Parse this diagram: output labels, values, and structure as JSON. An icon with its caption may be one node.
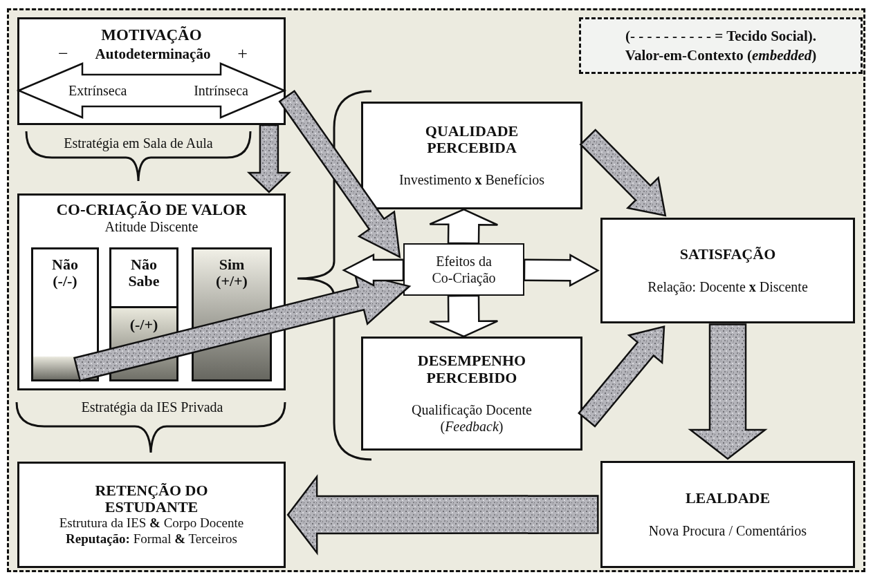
{
  "diagram": {
    "nodes": [
      {
        "text": [
          "MOTIVAÇÃO",
          "−",
          "Autodeterminação",
          "+"
        ],
        "beside": [
          "Estratégia em Sala de Aula"
        ]
      },
      {
        "text": [
          "Extrínseca",
          "Intrínseca"
        ],
        "in": 0
      },
      {
        "text": [
          "CO-CRIAÇÃO DE VALOR",
          "Atitude Discente"
        ],
        "beside": [
          "Estratégia da IES Privada"
        ]
      },
      {
        "text": [
          "Não",
          "(-/-)"
        ],
        "in": 2
      },
      {
        "text": [
          "Não Sabe",
          "(-/+)"
        ],
        "in": 2
      },
      {
        "text": [
          "Sim",
          "(+/+)"
        ],
        "in": 2
      },
      {
        "text": [
          "RETENÇÃO DO ESTUDANTE",
          "Estrutura da IES **&** Corpo Docente",
          "**Reputação:** Formal **&** Terceiros"
        ]
      },
      {
        "text": [
          "QUALIDADE PERCEBIDA",
          "Investimento **x** Benefícios"
        ]
      },
      {
        "text": [
          "Efeitos da Co-Criação"
        ]
      },
      {
        "text": [
          "DESEMPENHO PERCEBIDO",
          "Qualificação Docente (*Feedback*)"
        ]
      },
      {
        "text": [
          "SATISFAÇÃO",
          "Relação: Docente **x** Discente"
        ]
      },
      {
        "text": [
          "LEALDADE",
          "Nova Procura / Comentários"
        ]
      },
      {
        "text": [
          "(- - - - - - - - - - = Tecido Social).",
          "Valor-em-Contexto (*embedded*)"
        ]
      }
    ],
    "edges": [
      {
        "from": 0,
        "to": 2,
        "arrow": "to"
      },
      {
        "from": 1,
        "to": 8,
        "arrow": "to"
      },
      {
        "from": 3,
        "to": 8,
        "arrow": "to"
      },
      {
        "from": 7,
        "to": 10,
        "arrow": "to"
      },
      {
        "from": 9,
        "to": 10,
        "arrow": "to"
      },
      {
        "from": 10,
        "to": 11,
        "arrow": "to"
      },
      {
        "from": 11,
        "to": 6,
        "arrow": "to"
      },
      {
        "from": 8,
        "to": 7,
        "arrow": "to"
      },
      {
        "from": 8,
        "to": 9,
        "arrow": "to"
      },
      {
        "from": 8,
        "to": 10,
        "arrow": "to"
      },
      {
        "from": 8,
        "to": null,
        "arrow": "to"
      }
    ]
  }
}
